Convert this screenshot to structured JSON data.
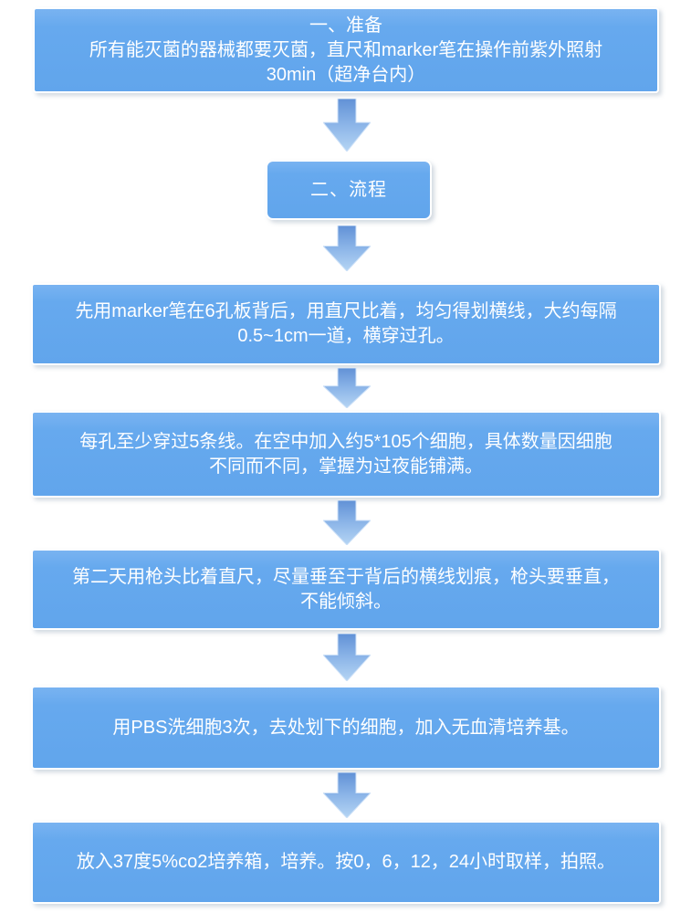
{
  "diagram": {
    "type": "flowchart",
    "direction": "top-down",
    "connector": "block-down-arrow",
    "steps": [
      {
        "role": "section-header",
        "lines": [
          "一、准备",
          "所有能灭菌的器械都要灭菌，直尺和marker笔在操作前紫外照射",
          "30min（超净台内）"
        ]
      },
      {
        "role": "section-header",
        "lines": [
          "二、流程"
        ]
      },
      {
        "role": "process-step",
        "lines": [
          "先用marker笔在6孔板背后，用直尺比着，均匀得划横线，大约每隔",
          "0.5~1cm一道，横穿过孔。"
        ]
      },
      {
        "role": "process-step",
        "lines": [
          "每孔至少穿过5条线。在空中加入约5*105个细胞，具体数量因细胞",
          "不同而不同，掌握为过夜能铺满。"
        ]
      },
      {
        "role": "process-step",
        "lines": [
          "第二天用枪头比着直尺，尽量垂至于背后的横线划痕，枪头要垂直，",
          "不能倾斜。"
        ]
      },
      {
        "role": "process-step",
        "lines": [
          "用PBS洗细胞3次，去处划下的细胞，加入无血清培养基。"
        ]
      },
      {
        "role": "process-step",
        "lines": [
          "放入37度5%co2培养箱，培养。按0，6，12，24小时取样，拍照。"
        ]
      }
    ],
    "arrow_count": 6
  },
  "colors": {
    "box_fill": "#63a6ec",
    "box_fill_highlight": "#79b3f1",
    "box_border": "#ffffff",
    "box_text": "#ffffff",
    "arrow_gradient_top": "#6191d6",
    "arrow_gradient_bottom": "#b5d5f4",
    "page_background": "#ffffff"
  }
}
